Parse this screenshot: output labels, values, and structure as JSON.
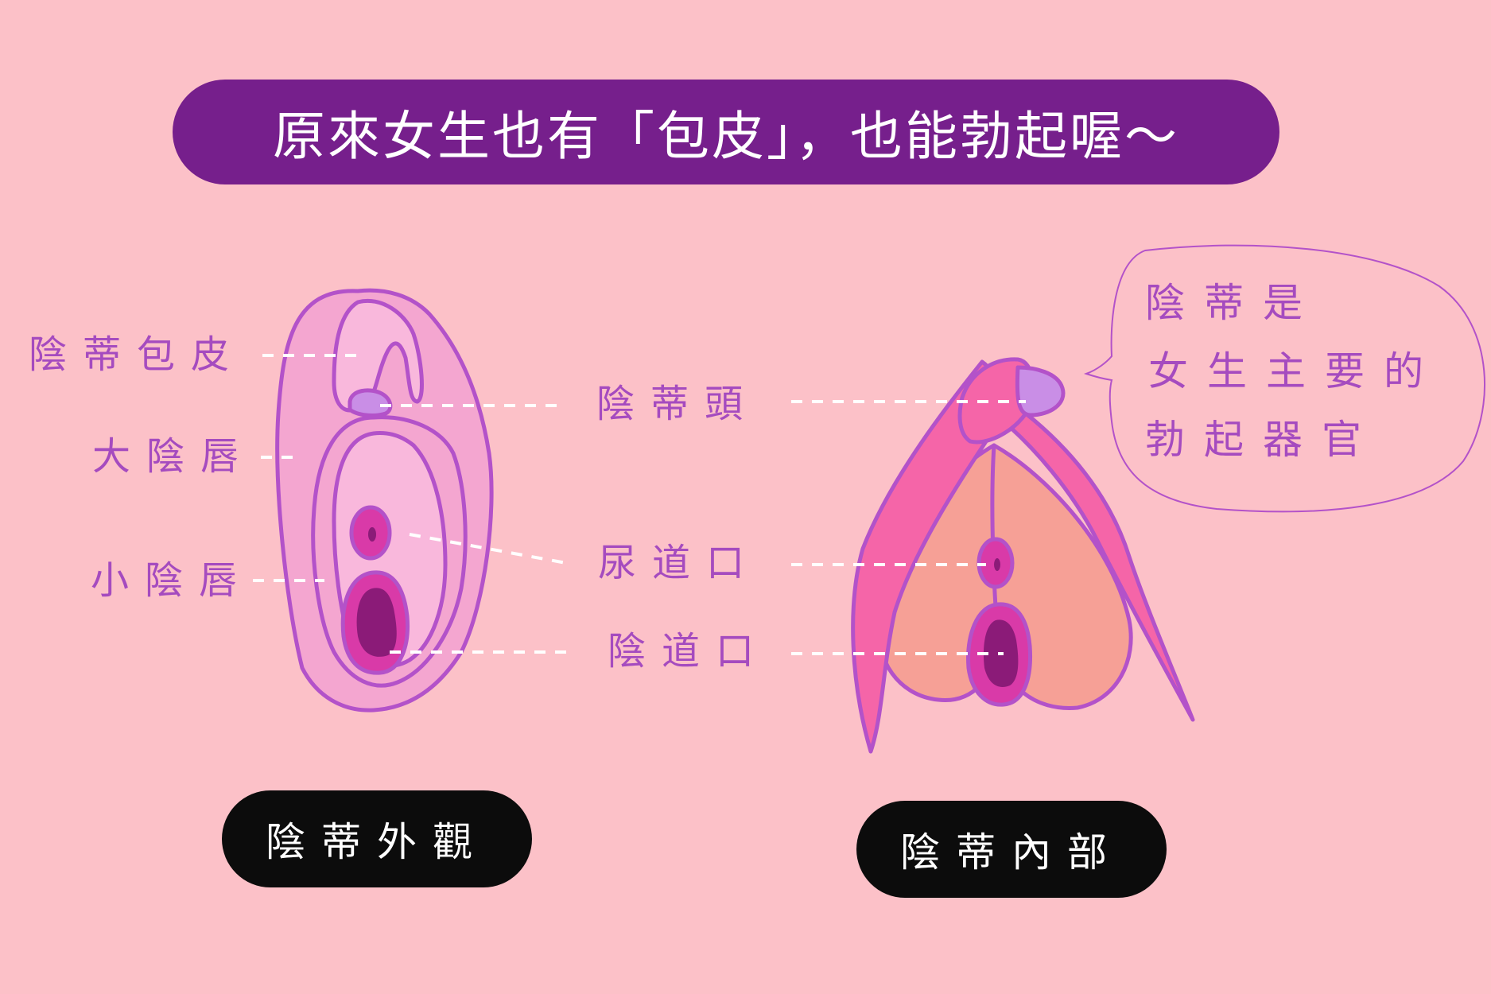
{
  "title": "原來女生也有「包皮」，也能勃起喔～",
  "labels": {
    "hood": "陰蒂包皮",
    "majora": "大陰唇",
    "minora": "小陰唇",
    "glans": "陰蒂頭",
    "urethra": "尿道口",
    "vagina": "陰道口"
  },
  "bubble": {
    "line1": "陰蒂是",
    "line2": "女生主要的",
    "line3": "勃起器官"
  },
  "captions": {
    "exterior": "陰蒂外觀",
    "interior": "陰蒂內部"
  },
  "colors": {
    "background": "#fcc1c8",
    "title_bar": "#761f8c",
    "label_text": "#a54bbf",
    "outline": "#b352c9",
    "outer_fill": "#f4a6d0",
    "inner_fill": "#f9b8dc",
    "glans_fill": "#c98ee6",
    "opening_fill": "#d93aa8",
    "opening_dark": "#8b1b78",
    "crura_fill": "#f565a8",
    "bulb_fill": "#f6a096",
    "caption_bar": "#0c0c0c"
  }
}
